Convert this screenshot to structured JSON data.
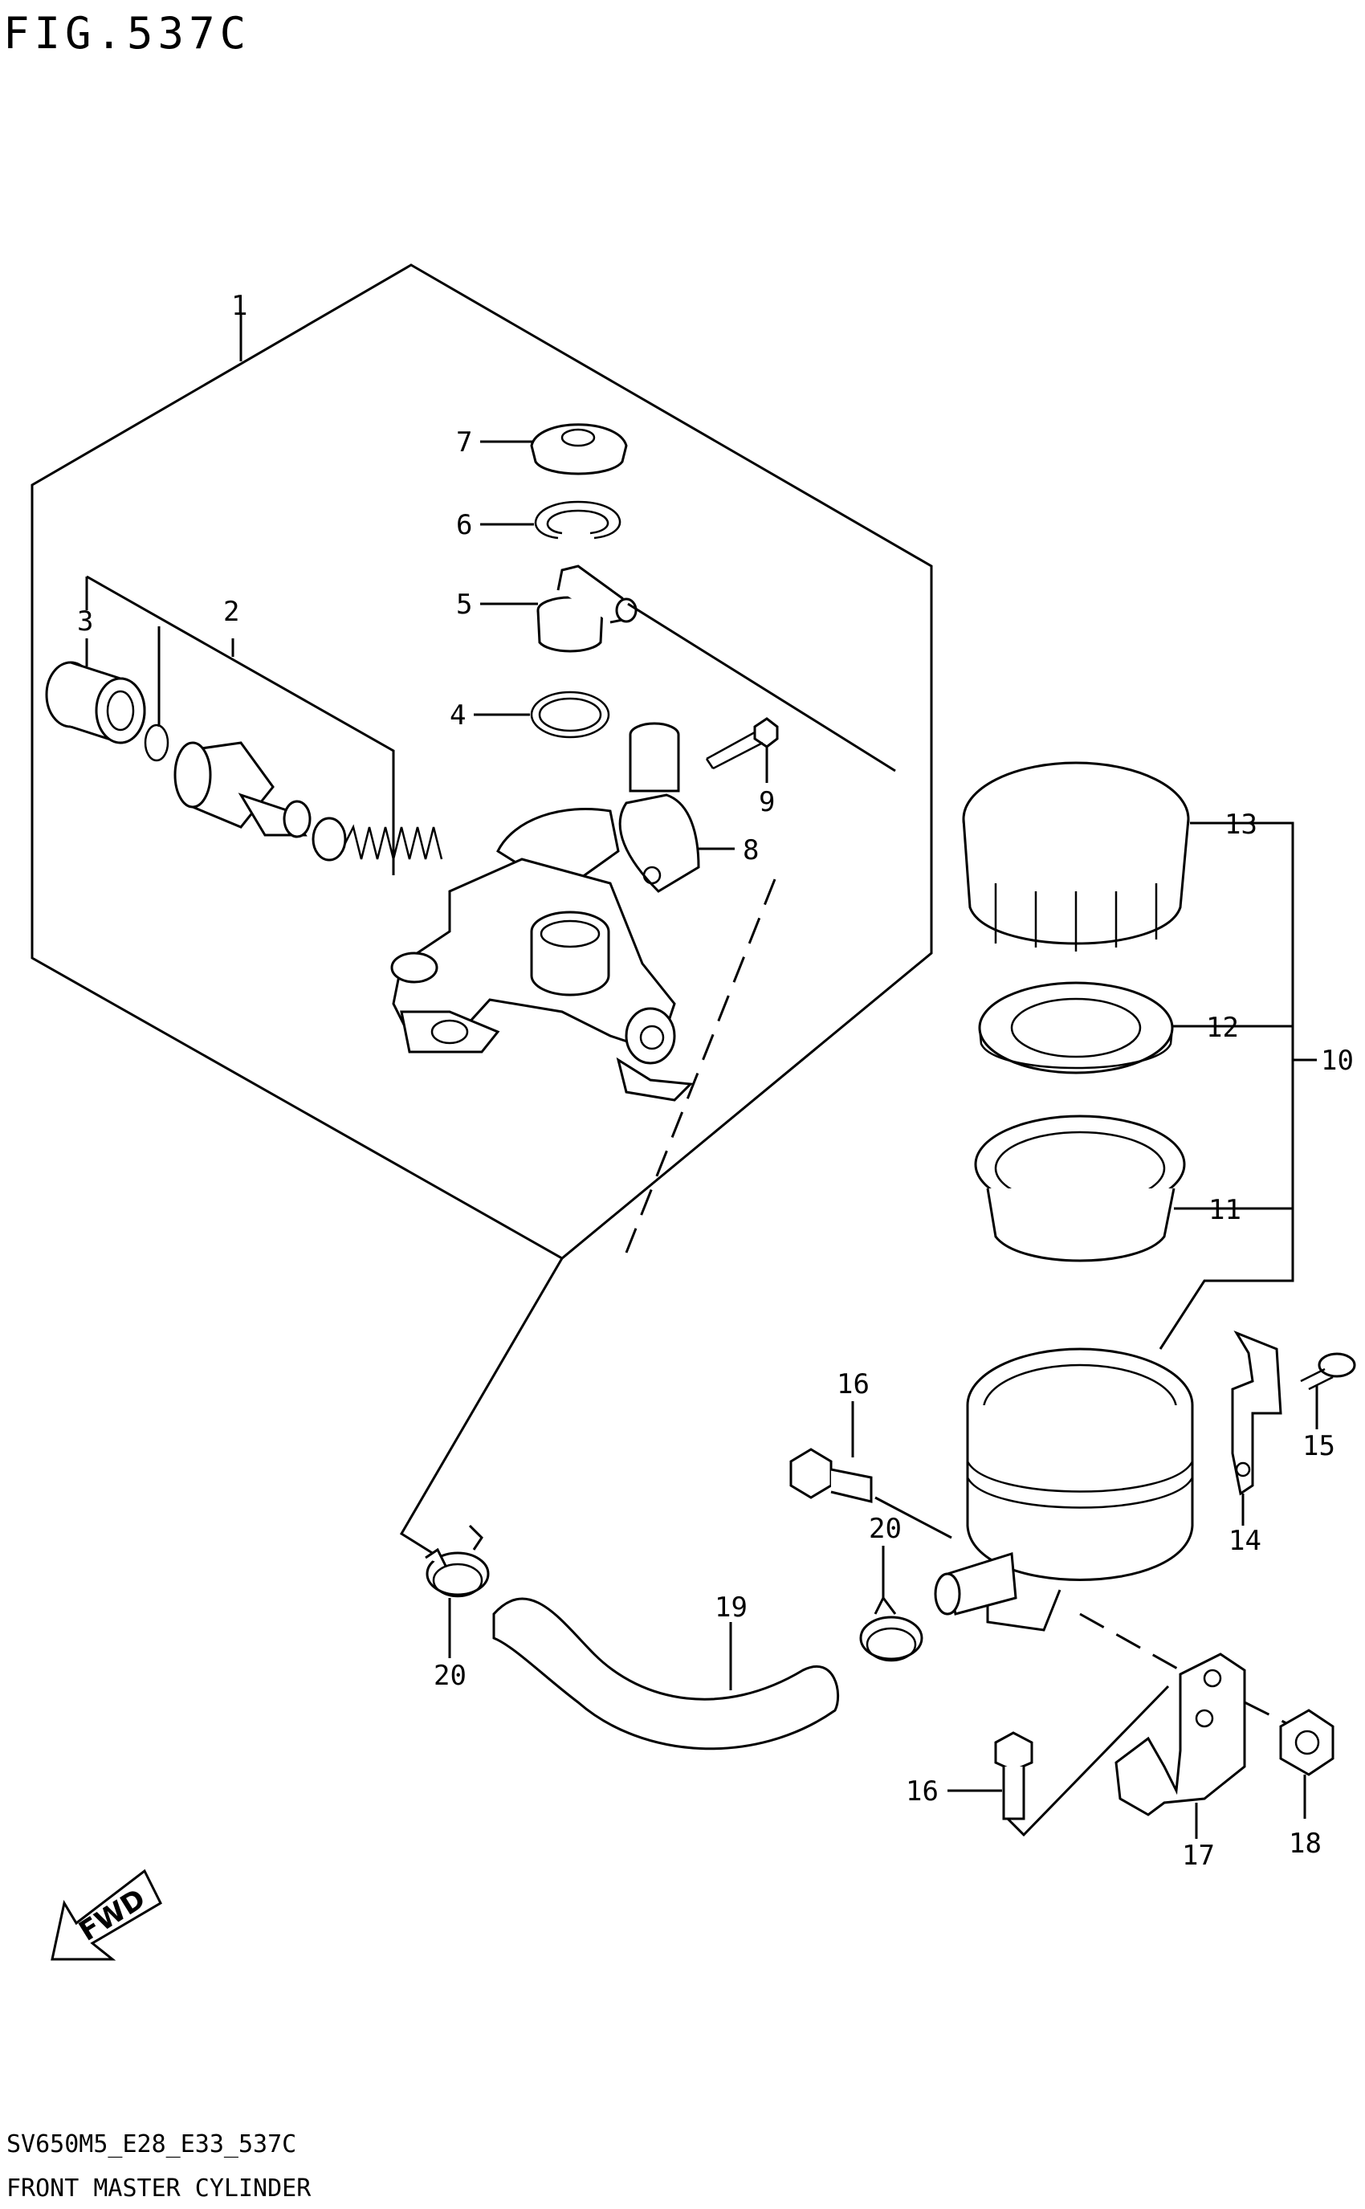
{
  "header": {
    "figure_title": "FIG.537C"
  },
  "footer": {
    "model_code": "SV650M5_E28_E33_537C",
    "section_name": "FRONT MASTER CYLINDER"
  },
  "fwd_arrow": {
    "label": "FWD"
  },
  "callouts": [
    "1",
    "2",
    "3",
    "4",
    "5",
    "6",
    "7",
    "8",
    "9",
    "10",
    "11",
    "12",
    "13",
    "14",
    "15",
    "16",
    "16",
    "17",
    "18",
    "19",
    "20",
    "20"
  ],
  "icons": {
    "fwd": "fwd-arrow-icon"
  }
}
